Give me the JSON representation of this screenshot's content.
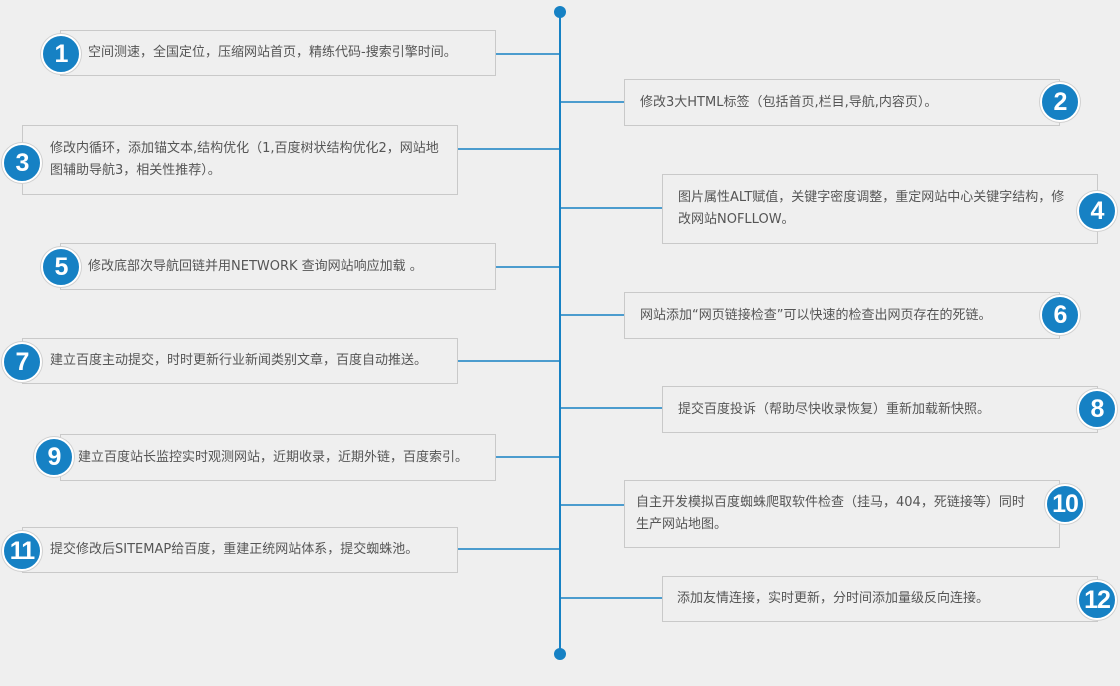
{
  "colors": {
    "accent": "#1681c4",
    "border": "#c9c9c9",
    "text": "#555555",
    "background": "#efefef"
  },
  "steps": [
    {
      "number": "1",
      "text": "空间测速，全国定位，压缩网站首页，精练代码-搜索引擎时间。"
    },
    {
      "number": "2",
      "text": "修改3大HTML标签（包括首页,栏目,导航,内容页）。"
    },
    {
      "number": "3",
      "text": "修改内循环，添加锚文本,结构优化（1,百度树状结构优化2，网站地图辅助导航3，相关性推荐）。"
    },
    {
      "number": "4",
      "text": "图片属性ALT赋值，关键字密度调整，重定网站中心关键字结构，修改网站NOFLLOW。"
    },
    {
      "number": "5",
      "text": "修改底部次导航回链并用NETWORK 查询网站响应加载 。"
    },
    {
      "number": "6",
      "text": "网站添加“网页链接检查”可以快速的检查出网页存在的死链。"
    },
    {
      "number": "7",
      "text": "建立百度主动提交，时时更新行业新闻类别文章，百度自动推送。"
    },
    {
      "number": "8",
      "text": "提交百度投诉（帮助尽快收录恢复）重新加载新快照。"
    },
    {
      "number": "9",
      "text": "建立百度站长监控实时观测网站，近期收录，近期外链，百度索引。"
    },
    {
      "number": "10",
      "text": "自主开发模拟百度蜘蛛爬取软件检查（挂马，404，死链接等）同时生产网站地图。"
    },
    {
      "number": "11",
      "text": "提交修改后SITEMAP给百度，重建正统网站体系，提交蜘蛛池。"
    },
    {
      "number": "12",
      "text": "添加友情连接，实时更新，分时间添加量级反向连接。"
    }
  ]
}
